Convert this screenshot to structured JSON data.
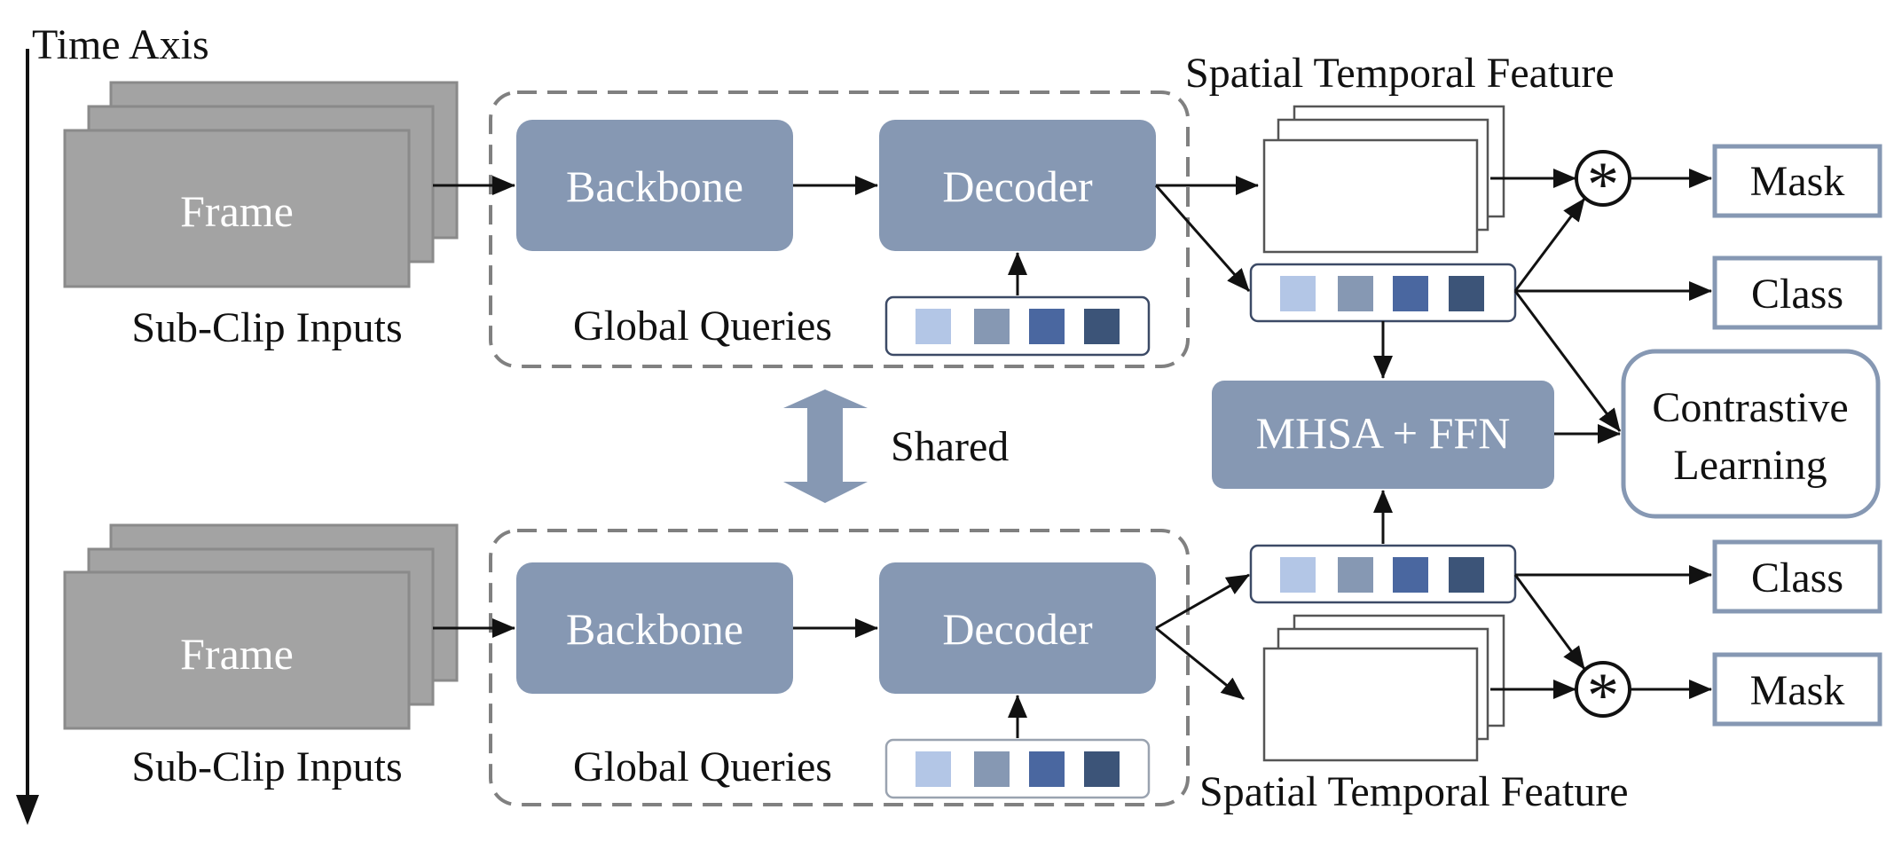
{
  "time_axis_label": "Time Axis",
  "frame_label": "Frame",
  "backbone_label": "Backbone",
  "decoder_label": "Decoder",
  "global_queries_label": "Global Queries",
  "sub_clip_label": "Sub-Clip Inputs",
  "shared_label": "Shared",
  "spatial_temporal_label": "Spatial Temporal Feature",
  "mhsa_label": "MHSA + FFN",
  "mask_label": "Mask",
  "class_label": "Class",
  "contrastive_line1": "Contrastive",
  "contrastive_line2": "Learning",
  "conv_symbol": "*",
  "colors": {
    "block_fill": "#8698b3",
    "frame_fill": "#a3a3a3",
    "query_colors": [
      "#b3c6e6",
      "#8698b3",
      "#4a67a0",
      "#3c5478"
    ]
  }
}
